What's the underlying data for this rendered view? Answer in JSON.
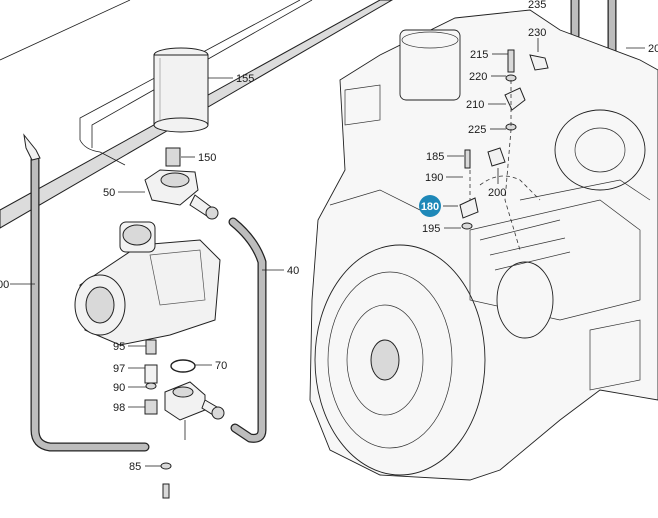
{
  "callouts": [
    {
      "id": "c155",
      "text": "155"
    },
    {
      "id": "c150",
      "text": "150"
    },
    {
      "id": "c50",
      "text": "50"
    },
    {
      "id": "c40",
      "text": "40"
    },
    {
      "id": "c00",
      "text": "00"
    },
    {
      "id": "c95",
      "text": "95"
    },
    {
      "id": "c70",
      "text": "70"
    },
    {
      "id": "c97",
      "text": "97"
    },
    {
      "id": "c90",
      "text": "90"
    },
    {
      "id": "c98",
      "text": "98"
    },
    {
      "id": "c85",
      "text": "85"
    },
    {
      "id": "c235",
      "text": "235"
    },
    {
      "id": "c230",
      "text": "230"
    },
    {
      "id": "c215",
      "text": "215"
    },
    {
      "id": "c220",
      "text": "220"
    },
    {
      "id": "c210",
      "text": "210"
    },
    {
      "id": "c225",
      "text": "225"
    },
    {
      "id": "c185",
      "text": "185"
    },
    {
      "id": "c190",
      "text": "190"
    },
    {
      "id": "c200",
      "text": "200"
    },
    {
      "id": "c195",
      "text": "195"
    },
    {
      "id": "c20",
      "text": "20"
    }
  ],
  "highlight": {
    "text": "180",
    "color": "#1e88b8"
  }
}
